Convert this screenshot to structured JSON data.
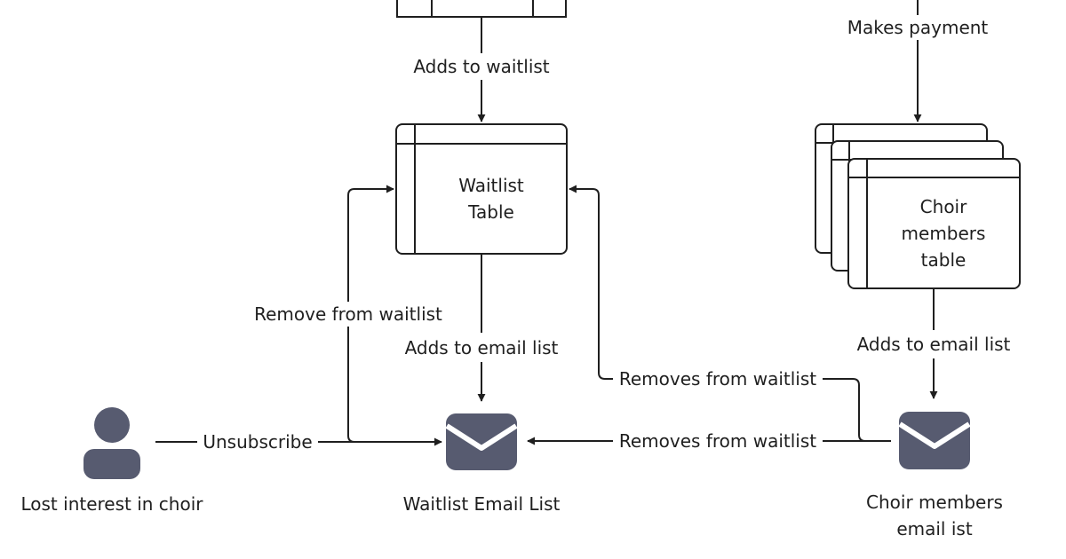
{
  "colors": {
    "line": "#1f1f1f",
    "icon": "#575b70",
    "background": "#ffffff"
  },
  "edges": {
    "adds_to_waitlist": "Adds to waitlist",
    "makes_payment": "Makes payment",
    "remove_from_waitlist": "Remove from waitlist",
    "adds_to_email_list_left": "Adds to email list",
    "adds_to_email_list_right": "Adds to email list",
    "removes_from_waitlist_upper": "Removes from waitlist",
    "removes_from_waitlist_lower": "Removes from waitlist",
    "unsubscribe": "Unsubscribe"
  },
  "nodes": {
    "waitlist_table": {
      "line1": "Waitlist",
      "line2": "Table"
    },
    "choir_members_table": {
      "line1": "Choir",
      "line2": "members",
      "line3": "table"
    },
    "waitlist_email_list": {
      "label": "Waitlist Email List",
      "icon": "envelope-icon"
    },
    "choir_members_email_list": {
      "line1": "Choir members",
      "line2": "email ist",
      "icon": "envelope-icon"
    },
    "lost_interest_person": {
      "label": "Lost interest in choir",
      "icon": "person-icon"
    }
  }
}
